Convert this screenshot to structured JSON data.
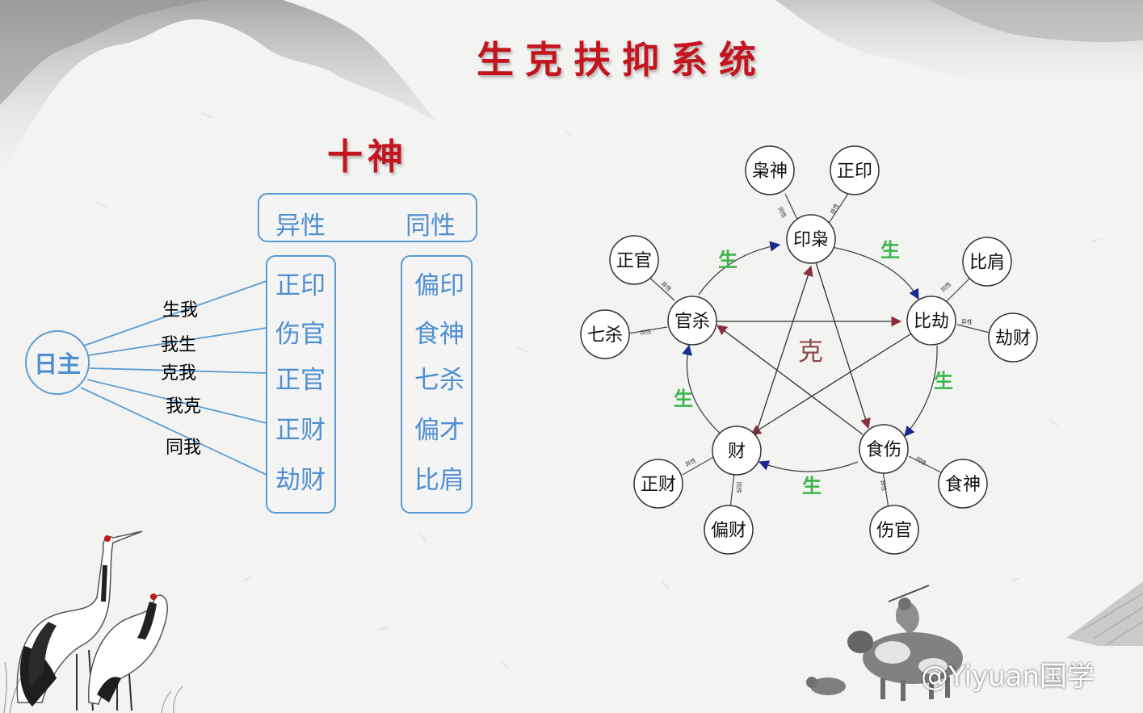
{
  "page": {
    "title": "生克扶抑系统",
    "subtitle": "十神",
    "watermark": "@Yiyuan国学",
    "colors": {
      "title_red": "#c4141e",
      "blue": "#5b9bd5",
      "text_blue": "#4f8fd1",
      "sheng_green": "#3cb44b",
      "arrow_navy": "#1a2a8c",
      "arrow_maroon": "#8b2e3c"
    }
  },
  "shishen": {
    "center": "日主",
    "header": {
      "left": "异性",
      "right": "同性"
    },
    "relations": [
      "生我",
      "我生",
      "克我",
      "我克",
      "同我"
    ],
    "yixing": [
      "正印",
      "伤官",
      "正官",
      "正财",
      "劫财"
    ],
    "tongxing": [
      "偏印",
      "食神",
      "七杀",
      "偏才",
      "比肩"
    ]
  },
  "wheel": {
    "ke_label": "克",
    "sheng_label": "生",
    "nodes": [
      {
        "label": "印枭",
        "satellites": [
          {
            "label": "枭神",
            "tag": "同性"
          },
          {
            "label": "正印",
            "tag": "异性"
          }
        ]
      },
      {
        "label": "比劫",
        "satellites": [
          {
            "label": "比肩",
            "tag": "同性"
          },
          {
            "label": "劫财",
            "tag": "异性"
          }
        ]
      },
      {
        "label": "食伤",
        "satellites": [
          {
            "label": "食神",
            "tag": "同性"
          },
          {
            "label": "伤官",
            "tag": "异性"
          }
        ]
      },
      {
        "label": "财",
        "satellites": [
          {
            "label": "正财",
            "tag": "异性"
          },
          {
            "label": "偏财",
            "tag": "同性"
          }
        ]
      },
      {
        "label": "官杀",
        "satellites": [
          {
            "label": "正官",
            "tag": "异性"
          },
          {
            "label": "七杀",
            "tag": "同性"
          }
        ]
      }
    ]
  }
}
